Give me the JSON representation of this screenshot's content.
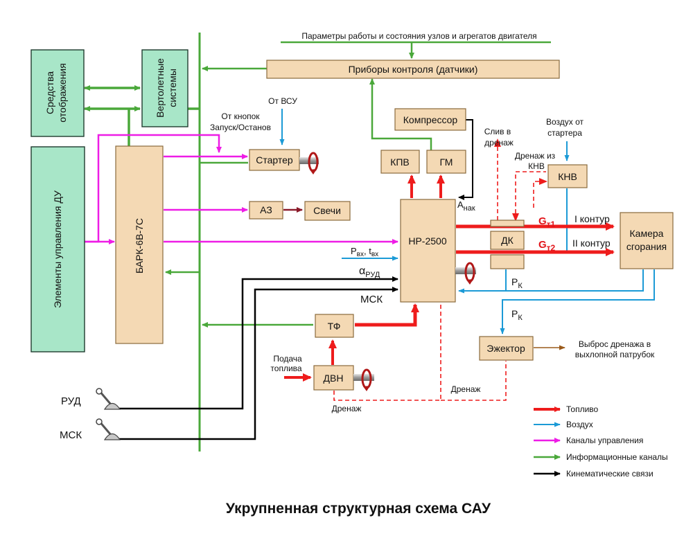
{
  "title": "Укрупненная структурная схема САУ",
  "colors": {
    "fuel": "#ee1c1c",
    "air": "#1b9ad6",
    "control": "#ee1ce6",
    "info": "#4aa83a",
    "kinematic": "#000000",
    "drain_out": "#9a5a1a",
    "block_fill": "#f4d9b4",
    "green_block_fill": "#a8e6c8"
  },
  "blocks": {
    "sredstva": "Средства отображения",
    "sredstva_l1": "Средства",
    "sredstva_l2": "отображения",
    "vertolet": "Вертолетные системы",
    "vertolet_l1": "Вертолетные",
    "vertolet_l2": "системы",
    "elementy": "Элементы управления ДУ",
    "bark": "БАРК-6В-7С",
    "pribory": "Приборы контроля (датчики)",
    "kompressor": "Компрессор",
    "kpv": "КПВ",
    "gm": "ГМ",
    "starter": "Стартер",
    "az": "АЗ",
    "svechi": "Свечи",
    "nr2500": "НР-2500",
    "dk": "ДК",
    "knv": "КНВ",
    "kamera_l1": "Камера",
    "kamera_l2": "сгорания",
    "tf": "ТФ",
    "dvn": "ДВН",
    "ezhektor": "Эжектор"
  },
  "labels": {
    "parametry": "Параметры работы и состояния узлов и агрегатов двигателя",
    "ot_vsu": "От ВСУ",
    "ot_knopok_l1": "От кнопок",
    "ot_knopok_l2": "Запуск/Останов",
    "sliv_l1": "Слив в",
    "sliv_l2": "дренаж",
    "vozduh_l1": "Воздух от",
    "vozduh_l2": "стартера",
    "drenazh_knv_l1": "Дренаж из",
    "drenazh_knv_l2": "КНВ",
    "a_nak_main": "А",
    "a_nak_sub": "нак",
    "gt1_main": "G",
    "gt1_sub": "т1",
    "gt2_main": "G",
    "gt2_sub": "т2",
    "kontur1": "I контур",
    "kontur2": "II контур",
    "p_vx_main": "P",
    "p_vx_sub": "вх",
    "t_vx_main": ", t",
    "t_vx_sub": "вх",
    "alpha_main": "α",
    "alpha_sub": "РУД",
    "msk_nr": "МСК",
    "pk1_main": "P",
    "pk1_sub": "К",
    "pk2_main": "P",
    "pk2_sub": "К",
    "podacha_l1": "Подача",
    "podacha_l2": "топлива",
    "drenazh1": "Дренаж",
    "drenazh2": "Дренаж",
    "vybros_l1": "Выброс дренажа в",
    "vybros_l2": "выхлопной патрубок",
    "rud": "РУД",
    "msk": "МСК"
  },
  "legend": [
    {
      "label": "Топливо",
      "color": "#ee1c1c"
    },
    {
      "label": "Воздух",
      "color": "#1b9ad6"
    },
    {
      "label": "Каналы управления",
      "color": "#ee1ce6"
    },
    {
      "label": "Информационные каналы",
      "color": "#4aa83a"
    },
    {
      "label": "Кинематические связи",
      "color": "#000000"
    }
  ]
}
